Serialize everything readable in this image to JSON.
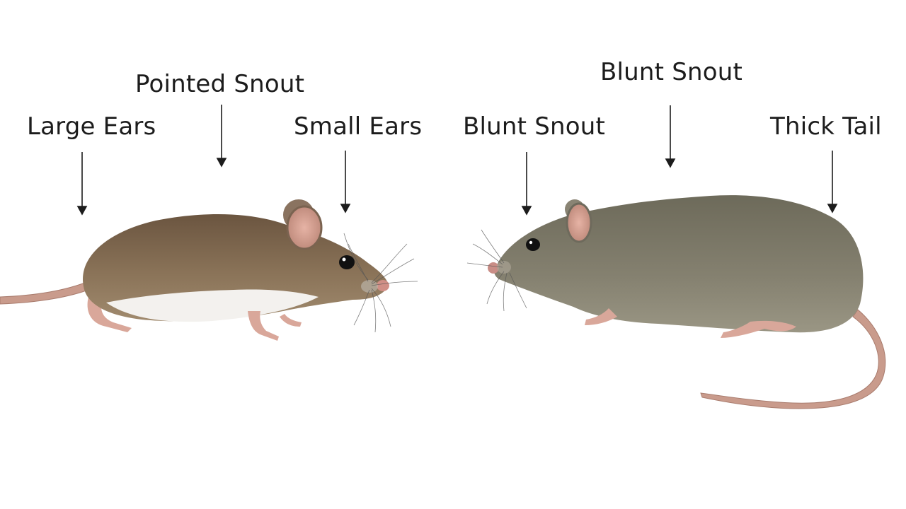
{
  "labels": {
    "large_ears": "Large Ears",
    "pointed_snout": "Pointed Snout",
    "small_ears": "Small Ears",
    "blunt_snout_left": "Blunt Snout",
    "blunt_snout_top": "Blunt Snout",
    "thick_tail": "Thick Tail"
  },
  "colors": {
    "background": "#ffffff",
    "text": "#1c1c1c",
    "arrow": "#1c1c1c",
    "mouse_fur": "#7a6650",
    "mouse_belly": "#f3f1ee",
    "rat_fur": "#7b7766",
    "skin_pink": "#d9a79a",
    "tail_pink": "#c99b8c"
  },
  "animals": [
    {
      "name": "mouse",
      "facing": "right"
    },
    {
      "name": "rat",
      "facing": "left"
    }
  ]
}
